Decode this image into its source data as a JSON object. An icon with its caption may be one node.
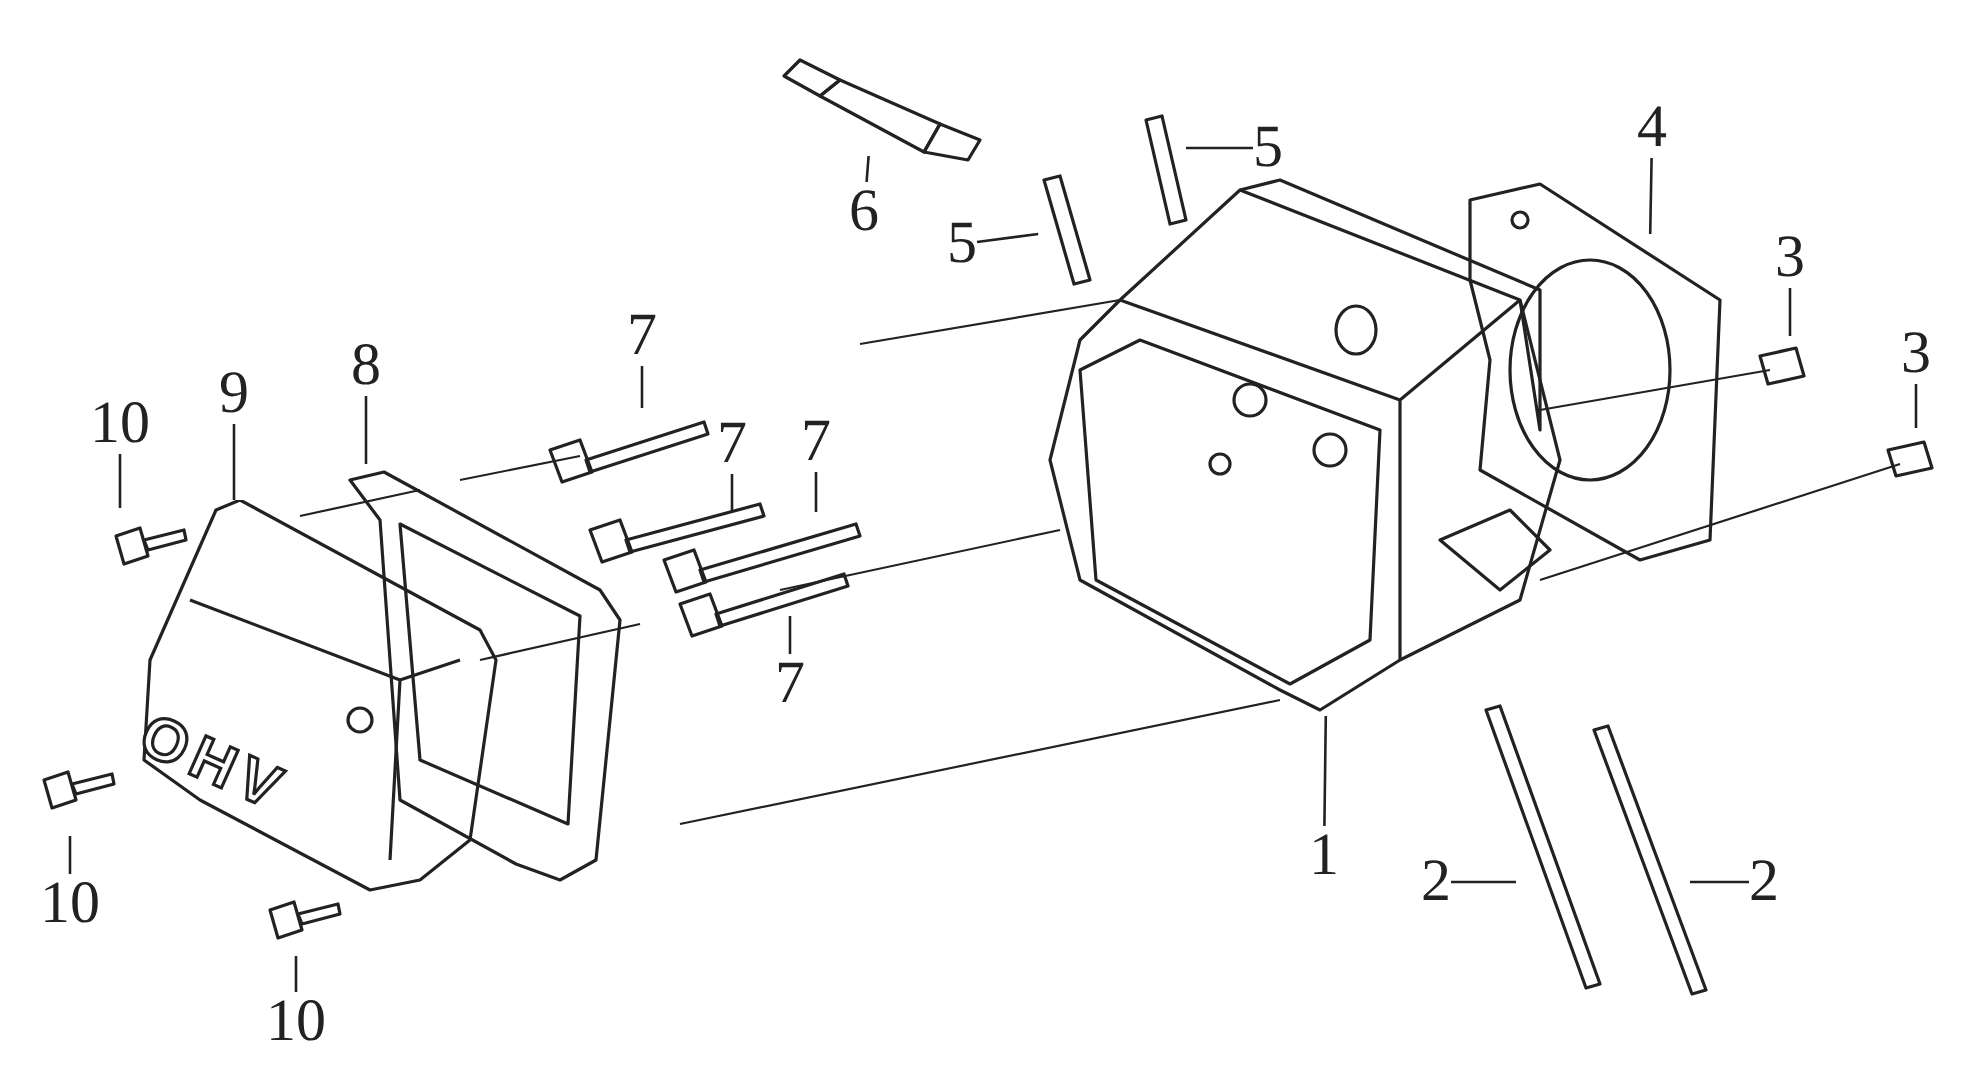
{
  "diagram": {
    "nodes": [
      {
        "text": [
          "6"
        ]
      },
      {
        "text": [
          "5"
        ]
      },
      {
        "text": [
          "4"
        ]
      },
      {
        "text": [
          "5"
        ]
      },
      {
        "text": [
          "3"
        ]
      },
      {
        "text": [
          "7"
        ]
      },
      {
        "text": [
          "3"
        ]
      },
      {
        "text": [
          "8"
        ]
      },
      {
        "text": [
          "9"
        ]
      },
      {
        "text": [
          "10"
        ]
      },
      {
        "text": [
          "7"
        ]
      },
      {
        "text": [
          "7"
        ]
      },
      {
        "text": [
          "7"
        ]
      },
      {
        "text": [
          "1"
        ]
      },
      {
        "text": [
          "2"
        ]
      },
      {
        "text": [
          "2"
        ]
      },
      {
        "text": [
          "10"
        ]
      },
      {
        "text": [
          "10"
        ]
      },
      {
        "text": [
          "OHV"
        ]
      }
    ],
    "edges": [
      {
        "from": 0,
        "to": null,
        "arrow": "none"
      },
      {
        "from": 1,
        "to": null,
        "arrow": "none"
      },
      {
        "from": 2,
        "to": null,
        "arrow": "none"
      },
      {
        "from": 3,
        "to": null,
        "arrow": "none"
      },
      {
        "from": 4,
        "to": null,
        "arrow": "none"
      },
      {
        "from": 5,
        "to": null,
        "arrow": "none"
      },
      {
        "from": 6,
        "to": null,
        "arrow": "none"
      },
      {
        "from": 7,
        "to": null,
        "arrow": "none"
      },
      {
        "from": 8,
        "to": 18,
        "arrow": "none"
      },
      {
        "from": 9,
        "to": null,
        "arrow": "none"
      },
      {
        "from": 10,
        "to": null,
        "arrow": "none"
      },
      {
        "from": 11,
        "to": null,
        "arrow": "none"
      },
      {
        "from": 12,
        "to": null,
        "arrow": "none"
      },
      {
        "from": 13,
        "to": null,
        "arrow": "none"
      },
      {
        "from": 14,
        "to": null,
        "arrow": "none"
      },
      {
        "from": 15,
        "to": null,
        "arrow": "none"
      },
      {
        "from": 16,
        "to": null,
        "arrow": "none"
      },
      {
        "from": 17,
        "to": null,
        "arrow": "none"
      }
    ]
  }
}
